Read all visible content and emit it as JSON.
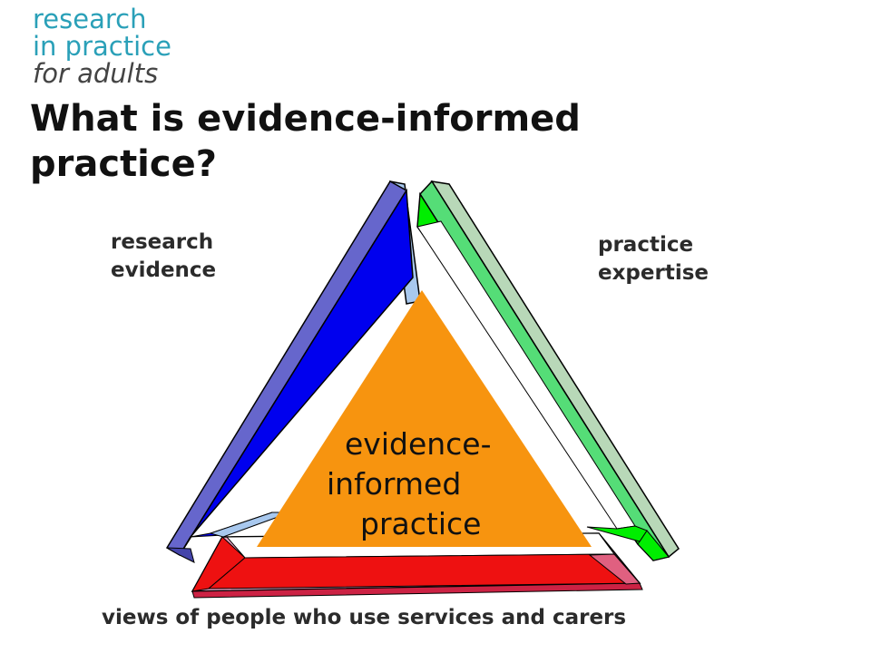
{
  "logo": {
    "line1": "research",
    "line2": "in practice",
    "line3": "for adults"
  },
  "title": "What is evidence-informed practice?",
  "diagram": {
    "center": {
      "line1": "evidence-",
      "line2": "informed",
      "line3": "practice"
    },
    "labels": {
      "research": [
        "research",
        "evidence"
      ],
      "practice": [
        "practice",
        "expertise"
      ],
      "views": "views of people who use services and carers"
    },
    "colors": {
      "research_side": "#0000ee",
      "practice_side": "#00ee00",
      "views_side": "#ee0000",
      "center_triangle": "#f7940f"
    }
  }
}
